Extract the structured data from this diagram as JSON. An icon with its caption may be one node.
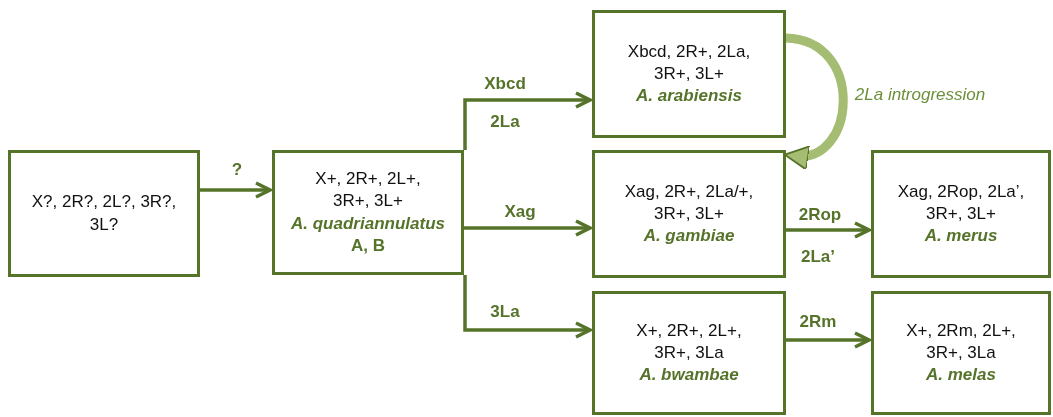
{
  "diagram": {
    "nodes": [
      {
        "text": [
          "X?, 2R?, 2L?, 3R?, 3L?"
        ]
      },
      {
        "text": [
          "X+, 2R+, 2L+, 3R+, 3L+",
          "A. quadriannulatus",
          "A, B"
        ]
      },
      {
        "text": [
          "Xbcd, 2R+, 2La, 3R+, 3L+",
          "A. arabiensis"
        ]
      },
      {
        "text": [
          "Xag, 2R+, 2La/+, 3R+, 3L+",
          "A. gambiae"
        ]
      },
      {
        "text": [
          "Xag, 2Rop, 2La’, 3R+, 3L+",
          "A. merus"
        ]
      },
      {
        "text": [
          "X+, 2R+, 2L+, 3R+, 3La",
          "A. bwambae"
        ]
      },
      {
        "text": [
          "X+, 2Rm, 2L+, 3R+, 3La",
          "A. melas"
        ]
      }
    ],
    "edges": [
      {
        "from": 0,
        "to": 1,
        "arrow": "to",
        "label": "?"
      },
      {
        "from": 1,
        "to": 2,
        "arrow": "to",
        "label": "Xbcd"
      },
      {
        "from": 1,
        "to": 3,
        "arrow": "to",
        "label": "Xag"
      },
      {
        "from": 1,
        "to": 5,
        "arrow": "to",
        "label": "3La"
      },
      {
        "from": 2,
        "to": 3,
        "arrow": "to",
        "label": "2La introgression",
        "style": "thick",
        "color": "#a4bd72"
      },
      {
        "from": 3,
        "to": 4,
        "arrow": "to",
        "label": "2Rop"
      },
      {
        "from": 5,
        "to": 6,
        "arrow": "to",
        "label": "2Rm"
      }
    ],
    "labels": [
      "2La",
      "2La’"
    ]
  }
}
